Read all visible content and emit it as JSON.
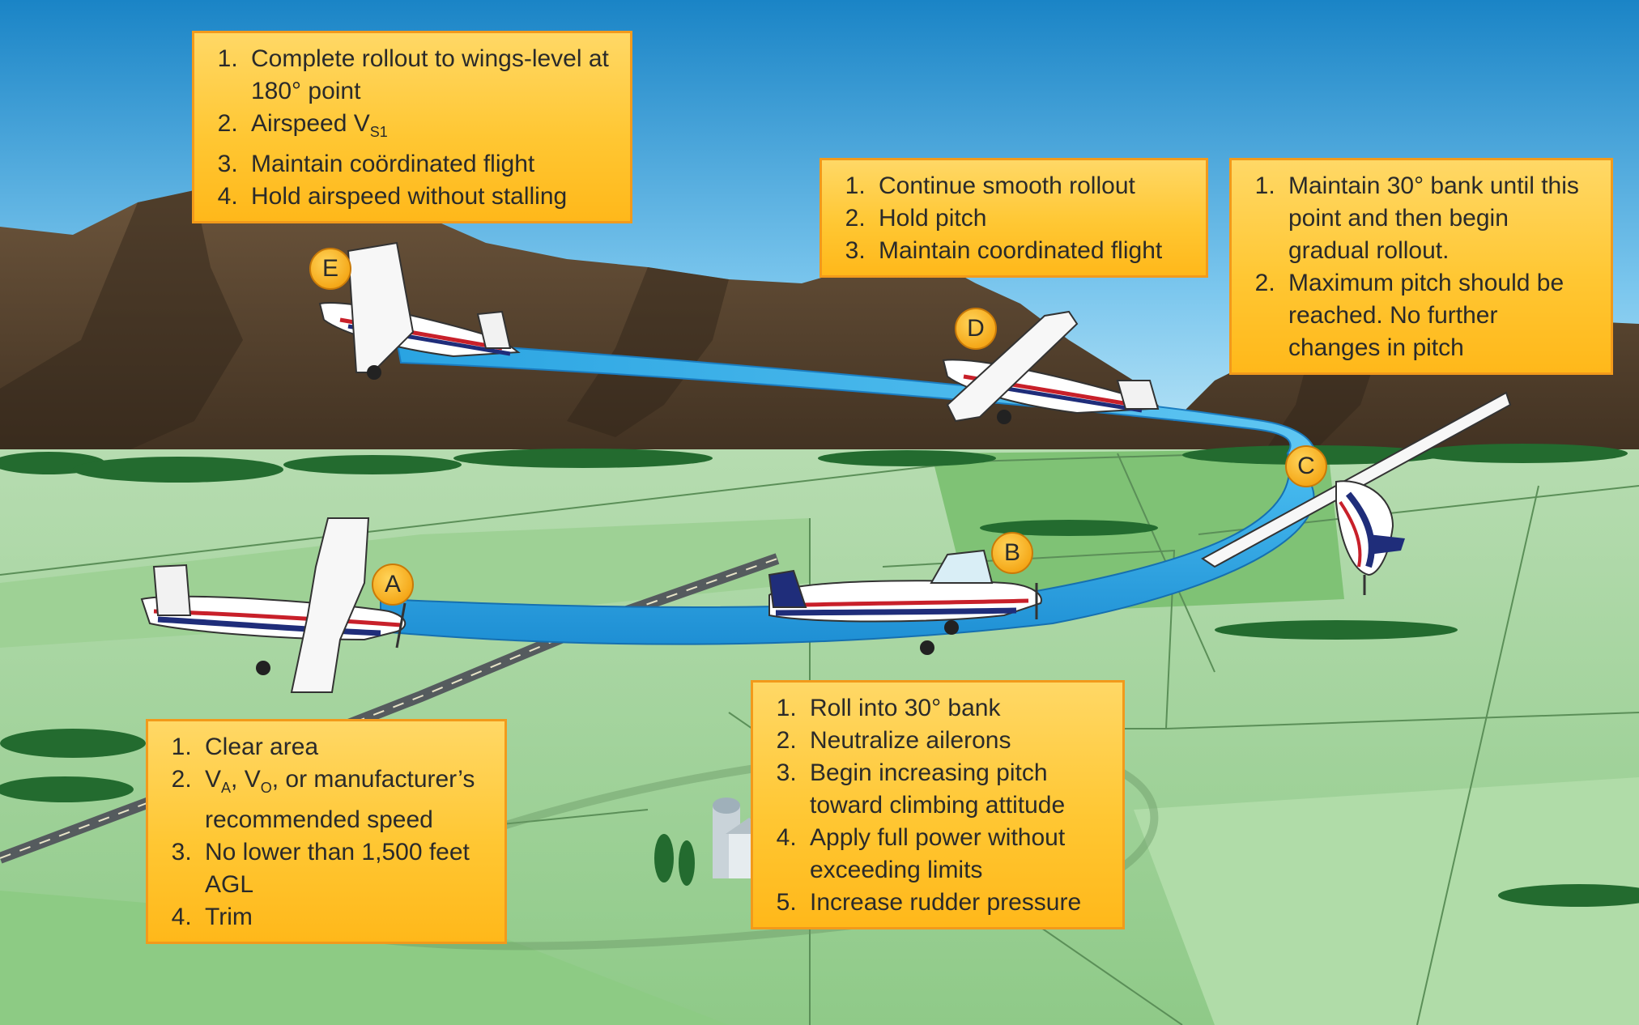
{
  "colors": {
    "sky_top": "#1a84c6",
    "sky_bottom": "#bfe6f7",
    "mountain": "#5a4530",
    "field": "#a6d49b",
    "path": "#28a8e6",
    "note_fill": "#ffc733",
    "note_border": "#f29a1b"
  },
  "markers": {
    "a": "A",
    "b": "B",
    "c": "C",
    "d": "D",
    "e": "E"
  },
  "notes": {
    "e": {
      "i1": "Complete rollout to wings-level at 180° point",
      "i2_text": "Airspeed V",
      "i2_sub": "S1",
      "i3": "Maintain coördinated flight",
      "i4": "Hold airspeed without stalling"
    },
    "d": {
      "i1": "Continue smooth rollout",
      "i2": "Hold pitch",
      "i3": "Maintain coordinated flight"
    },
    "c": {
      "i1": "Maintain 30° bank until this point and then begin gradual rollout.",
      "i2": "Maximum pitch should be reached. No further changes in pitch"
    },
    "a": {
      "i1": "Clear area",
      "i2_v": "V",
      "i2_sub_a": "A",
      "i2_sep": ", V",
      "i2_sub_o": "O",
      "i2_rest": ", or manufacturer’s recommended speed",
      "i3": "No lower than 1,500 feet AGL",
      "i4": "Trim"
    },
    "b": {
      "i1": "Roll into 30° bank",
      "i2": "Neutralize ailerons",
      "i3": "Begin increasing pitch toward climbing attitude",
      "i4": "Apply full power without exceeding limits",
      "i5": "Increase rudder pressure"
    }
  }
}
